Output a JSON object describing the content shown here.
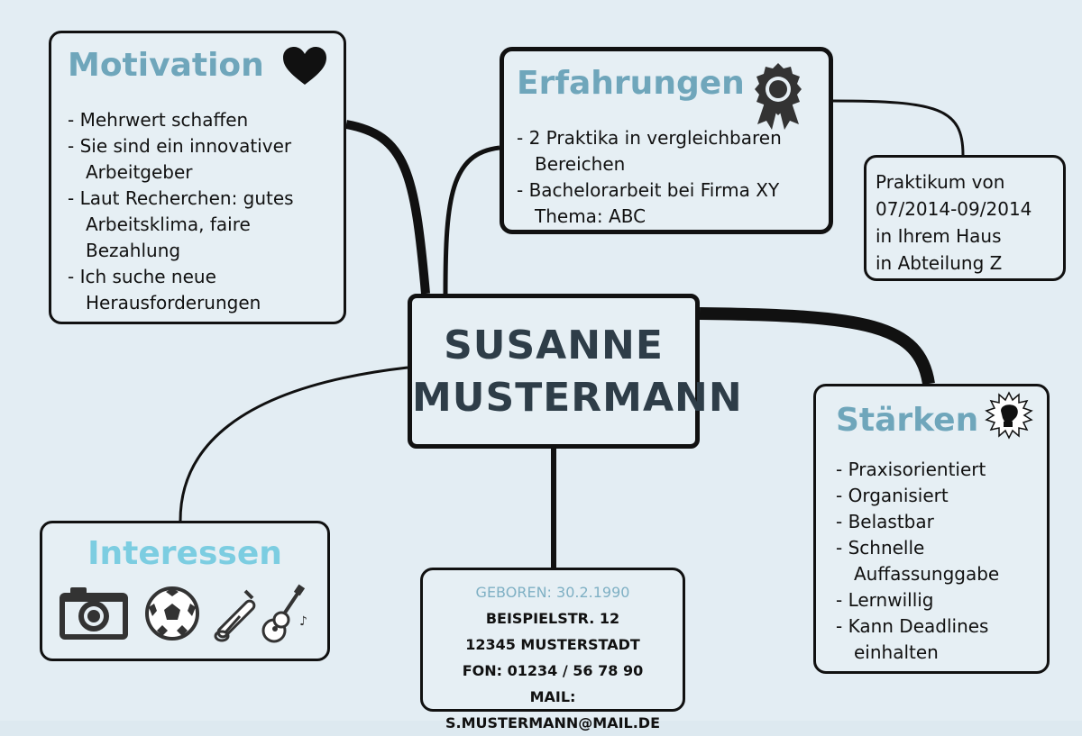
{
  "center": {
    "name_line1": "SUSANNE",
    "name_line2": "MUSTERMANN"
  },
  "motivation": {
    "title": "Motivation",
    "icon": "heart-icon",
    "items": [
      "Mehrwert schaffen",
      "Sie sind ein innovativer Arbeitgeber",
      "Laut Recherchen: gutes Arbeitsklima, faire Bezahlung",
      "Ich suche neue Herausforderungen"
    ]
  },
  "erfahrungen": {
    "title": "Erfahrungen",
    "icon": "award-icon",
    "items": [
      "2 Praktika in vergleichbaren Bereichen",
      "Bachelorarbeit bei Firma XY Thema: ABC"
    ]
  },
  "praktikum": {
    "lines": [
      "Praktikum von",
      "07/2014-09/2014",
      "in Ihrem Haus",
      "in Abteilung Z"
    ]
  },
  "staerken": {
    "title": "Stärken",
    "icon": "boxing-glove-icon",
    "items": [
      "Praxisorientiert",
      "Organisiert",
      "Belastbar",
      "Schnelle Auffassunggabe",
      "Lernwillig",
      "Kann Deadlines einhalten"
    ]
  },
  "interessen": {
    "title": "Interessen",
    "icons": [
      "camera-icon",
      "football-icon",
      "kitchen-utensils-icon",
      "guitar-icon"
    ]
  },
  "kontakt": {
    "birth": "GEBOREN: 30.2.1990",
    "street": "BEISPIELSTR. 12",
    "city": "12345 MUSTERSTADT",
    "phone": "FON: 01234 / 56 78 90",
    "mail": "MAIL: S.MUSTERMANN@MAIL.DE"
  },
  "colors": {
    "background": "#e3edf3",
    "heading": "#6fa6bb",
    "interessen_heading": "#7ccde1",
    "name": "#2e3d48",
    "border": "#111111"
  }
}
